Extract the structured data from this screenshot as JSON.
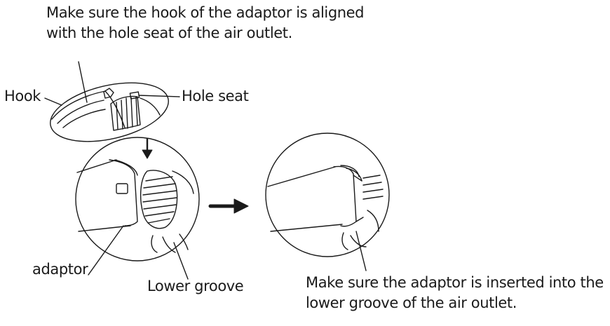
{
  "instructions": {
    "top": [
      "Make sure the hook of the adaptor is aligned",
      "with the hole seat of the air outlet."
    ],
    "bottom": [
      "Make sure the adaptor is inserted into the",
      "lower groove of the air outlet."
    ]
  },
  "labels": {
    "hook": "Hook",
    "hole_seat": "Hole seat",
    "adaptor": "adaptor",
    "lower_groove": "Lower groove"
  },
  "icons": [
    "down-arrow-icon",
    "right-arrow-icon"
  ]
}
